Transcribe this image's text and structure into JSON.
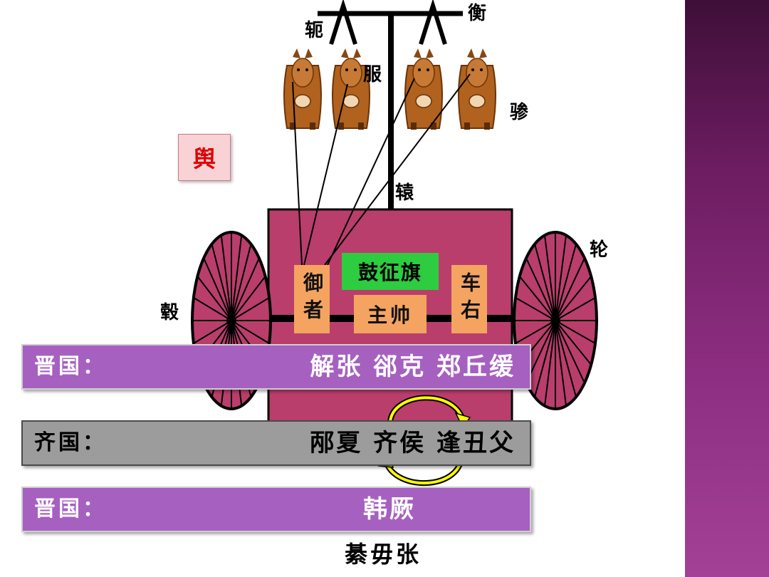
{
  "colors": {
    "carriage": "#b93e6c",
    "wheel": "#b93e6c",
    "orange_box": "#f4a460",
    "green_box": "#2ecc40",
    "purple_bar": "#a660c0",
    "gray_bar": "#9c9c9c",
    "red_label": "#e00000",
    "arrow_yellow": "#ffff00",
    "sidebar": "#8e2e82"
  },
  "labels": {
    "e": "轭",
    "heng": "衡",
    "fu": "服",
    "can": "骖",
    "yu": "舆",
    "yuan": "辕",
    "lun": "轮",
    "gu": "毂"
  },
  "carriage": {
    "driver": "御者",
    "drum": "鼓征旗",
    "commander": "主帅",
    "guard": "车右"
  },
  "rows": [
    {
      "state": "晋国：",
      "names": "解张 郤克 郑丘缓"
    },
    {
      "state": "齐国：",
      "names": "邴夏 齐侯 逢丑父"
    },
    {
      "state": "晋国：",
      "names": "韩厥"
    }
  ],
  "footer": "綦毋张"
}
